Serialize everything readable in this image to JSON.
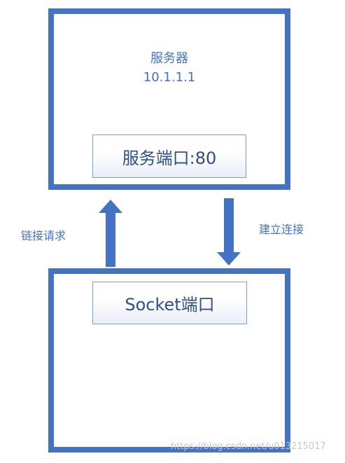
{
  "server": {
    "title": "服务器",
    "ip": "10.1.1.1",
    "port_label": "服务端口:80"
  },
  "client": {
    "socket_label": "Socket端口"
  },
  "arrows": {
    "request_label": "链接请求",
    "connect_label": "建立连接"
  },
  "watermark": "https://blog.csdn.net/u013215017",
  "colors": {
    "border": "#4472c4",
    "arrow": "#4472c4",
    "text": "#4472c4"
  }
}
